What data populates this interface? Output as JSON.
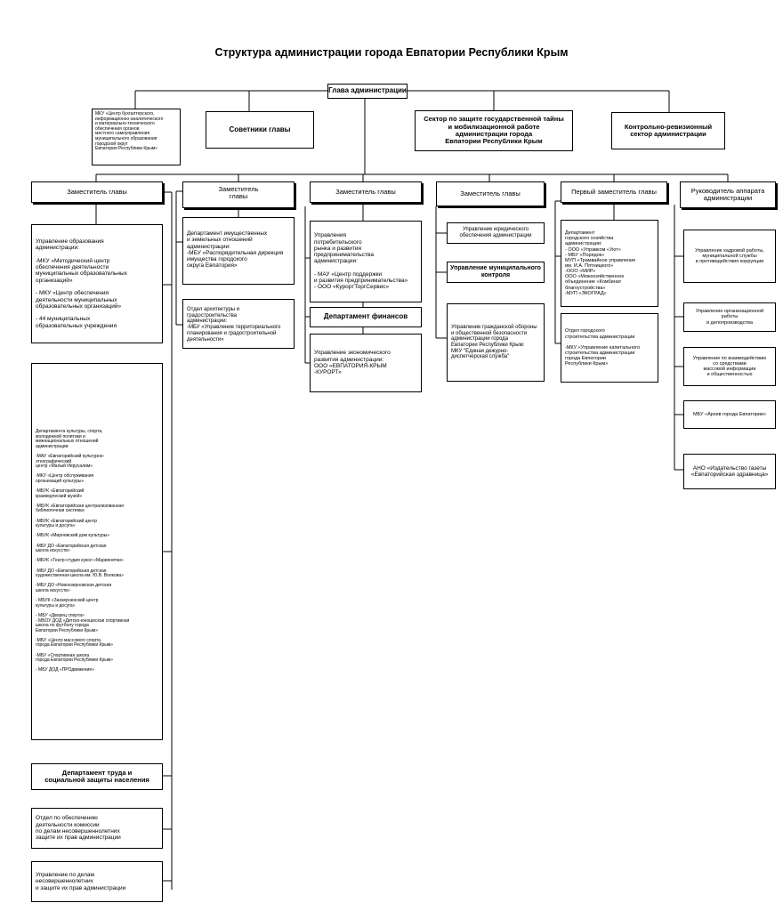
{
  "title": "Структура администрации города Евпатории Республики Крым",
  "head": "Глава администрации",
  "top_row": {
    "mku_center": "МКУ «Центр бухгалтерского,\nинформационно-аналитического\nи материально-технического\nобеспечения органов\nместного самоуправления\nмуниципального образования\nгородской округ\n Евпатория Республики Крым»",
    "advisors": "Советники главы",
    "secrecy_sector": "Сектор по защите государственной тайны\nи мобилизационной работе\nадминистрации города\nЕвпатории Республики Крым",
    "audit_sector": "Контрольно-ревизионный\nсектор администрации"
  },
  "columns": {
    "deputy1": {
      "header": "Заместитель главы",
      "education": "Управление образования\nадминистрации:\n\n-МКУ «Методический центр\nобеспечения деятельности\nмуниципальных образовательных\nорганизаций»\n\n - МКУ «Центр обеспечения\nдеятельности муниципальных\nобразовательных организаций»\n\n- 44 муниципальных\nобразовательных учреждения",
      "culture": "Департамента культуры, спорта,\nмолодежной политики и\n межнациональных отношений\nадминистрации:\n\n-МАУ «Евпаторийский культурно-\nэтнографический\nцентр «Малый Иерусалим»\n\n-МКУ «Центр обслуживания\nорганизаций культуры»\n\n-МБУК «Евпаторийский\nкраеведческий музей»\n\n-МБУК «Евпаторийская централизованная\nбиблиотечная система»\n\n-МБУК «Евпаторийский центр\nкультуры и досуга»\n\n-МБУК «Мирновский дом культуры»\n\n-МБУ ДО «Евпаторийская детская\nшкола искусств»\n\n-МБУК «Театр-студия кукол «Марионетки»\n\n-МБУ ДО «Евпаторийская детская\nхудожественная школа им. Ю.В. Волкова»\n\n-МБУ ДО «Новоозерновская детская\nшкола искусств»\n\n - МБУК «Заозерненский центр\nкультуры и досуга»\n\n - МБУ «Дворец спорта»\n- МБОУ ДОД «Детско-юношеская спортивная\nшкола по футболу города\nЕвпатории Республики Крым»\n\n-МБУ «Центр массового спорта\nгорода Евпатории Республики Крым»\n\n-МБУ «Спортивная школа\nгорода Евпатории Республики Крым»\n\n- МБУ ДОД «ПРОдвижение»",
      "labor": "Департамент труда и\nсоциальной защиты населения",
      "minors_commission": "Отдел по обеспечению\nдеятельности комиссии\nпо делам несовершеннолетних\n защите их прав администрации",
      "minors_dept": "Управление по делам\n несовершеннолетних\nи защите их прав администрации"
    },
    "deputy2": {
      "header": "Заместитель\nглавы",
      "property": "Департамент имущественных\nи земельных отношений\nадминистрации:\n -МБУ «Распорядительная дирекция\nимущества городского\nокруга Евпатория»",
      "architecture": "Отдел архитектуры и\n градостроительства\nадминистрации:\n-МБУ «Управление территориального\nпланирования и градостроительной\nдеятельности»"
    },
    "deputy3": {
      "header": "Заместитель главы",
      "consumer": "Управления\nпотребительского\nрынка и развития\nпредпринимательства\nадминистрации:\n\n - МАУ «Центр поддержки\n и развития предпринимательства»\n - ООО «КурортТоргСервис»",
      "finance": "Департамент финансов",
      "economy": "Управление экономического\nразвития администрации:\n ООО «ЕВПАТОРИЯ-КРЫМ\n-КУРОРТ»"
    },
    "deputy4": {
      "header": "Заместитель главы",
      "legal": "Управление  юридического\nобеспечения администрации",
      "municipal_control": "Управление муниципального\nконтроля",
      "civil_defense": "Управление гражданской обороны\nи общественной безопасности\nадминистрации города\nЕвпатории Республики Крым:\nМКУ \"Единая дежурно-\nдиспетчерская служба\""
    },
    "first_deputy": {
      "header": "Первый заместитель главы",
      "city_economy": "Департамент\nгородского хозяйства\nадминистрации:\n - ООО «Управком «Уют»\n - МБУ «Порядок»\nМУП «Трамвайное управление\nим. И.А. Пятницкого»\n-ООО «МИР»\nООО «Межхозяйственное\nобъединение «Комбинат\nблагоустройства»\n-МУП «ЭКОГРАД»",
      "construction": "Отдел городского\nстроительства администрации\n\n-МКУ «Управление капитального\nстроительства администрации\nгорода Евпатории\nРеспублики Крым»"
    },
    "chief_of_staff": {
      "header": "Руководитель аппарата\nадминистрации",
      "hr": "Управление кадровой работы,\nмуниципальной службы\nи противодействия коррупции",
      "organization": "Управление организационной\nработы\nи делопроизводства",
      "media": "Управление по взаимодействию\nсо средствами\nмассовой информации\nи общественностью",
      "archive": "МБУ «Архив города Евпатории»",
      "newspaper": "АНО «Издательство газеты\n«Евпаторийская здравница»"
    }
  }
}
